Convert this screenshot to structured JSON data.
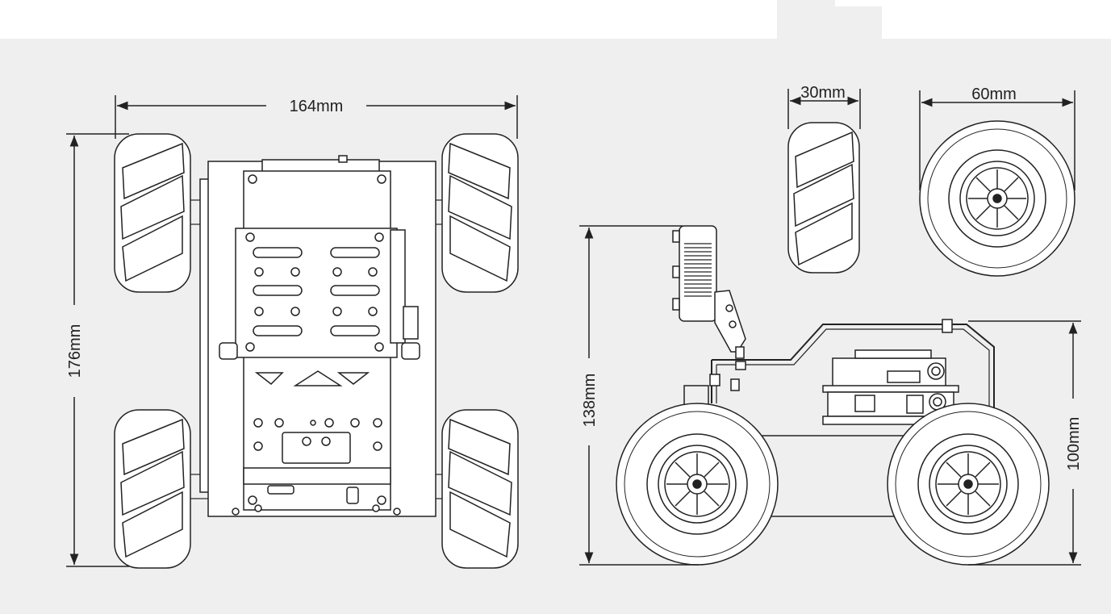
{
  "dimensions": {
    "top_width": "164mm",
    "top_length": "176mm",
    "wheel_width": "30mm",
    "wheel_diameter": "60mm",
    "total_height": "138mm",
    "chassis_height": "100mm"
  },
  "colors": {
    "background": "#efefef",
    "stroke": "#222222",
    "fill": "#ffffff"
  }
}
